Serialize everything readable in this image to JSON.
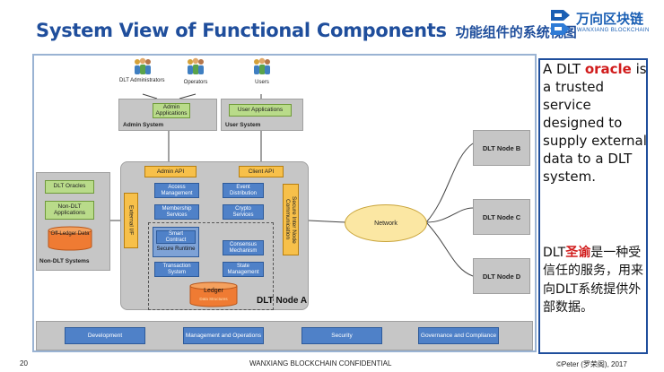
{
  "header": {
    "title_en": "System View of Functional Components",
    "title_cn": "功能组件的系统视图",
    "logo_cn": "万向区块链",
    "logo_en": "WANXIANG BLOCKCHAIN"
  },
  "diagram": {
    "people": {
      "admins": "DLT Administrators",
      "operators": "Operators",
      "users": "Users"
    },
    "admin_system": {
      "app": "Admin Applications",
      "label": "Admin System"
    },
    "user_system": {
      "app": "User Applications",
      "label": "User System"
    },
    "non_dlt": {
      "oracles": "DLT Oracles",
      "apps": "Non-DLT Applications",
      "data": "Off-Ledger Data",
      "label": "Non-DLT Systems"
    },
    "node_a": {
      "external_if": "External I/F",
      "admin_api": "Admin API",
      "client_api": "Client API",
      "access": "Access Management",
      "membership": "Membership Services",
      "event": "Event Distribution",
      "crypto": "Crypto Services",
      "smart_contract": "Smart Contract",
      "secure_runtime": "Secure Runtime",
      "transaction": "Transaction System",
      "consensus": "Consensus Mechanism",
      "state": "State Management",
      "ledger": "Ledger",
      "ledger_sub": "Data Structures",
      "comm": "Secure Inter Node Communication",
      "label": "DLT Node A"
    },
    "network": "Network",
    "nodes": [
      "DLT Node B",
      "DLT Node C",
      "DLT Node D"
    ],
    "bottom": [
      "Development",
      "Management and Operations",
      "Security",
      "Governance and Compliance"
    ]
  },
  "panel": {
    "en_before": "A DLT ",
    "en_highlight": "oracle",
    "en_after": " is a trusted service designed to supply external data to a DLT system.",
    "cn_before": "DLT",
    "cn_highlight": "圣谕",
    "cn_after": "是一种受信任的服务，用来向DLT系统提供外部数据。"
  },
  "footer": {
    "page": "20",
    "center": "WANXIANG BLOCKCHAIN CONFIDENTIAL",
    "right": "©Peter (罗荣阁), 2017"
  },
  "colors": {
    "title": "#1f4e9c",
    "green": "#b9db8a",
    "orange": "#f7c04a",
    "blue": "#4f81c8",
    "network": "#fbe7a3",
    "highlight": "#d11c1c"
  },
  "icons": [
    "people-group-icon",
    "blockchain-logo-icon",
    "database-cylinder-icon"
  ]
}
